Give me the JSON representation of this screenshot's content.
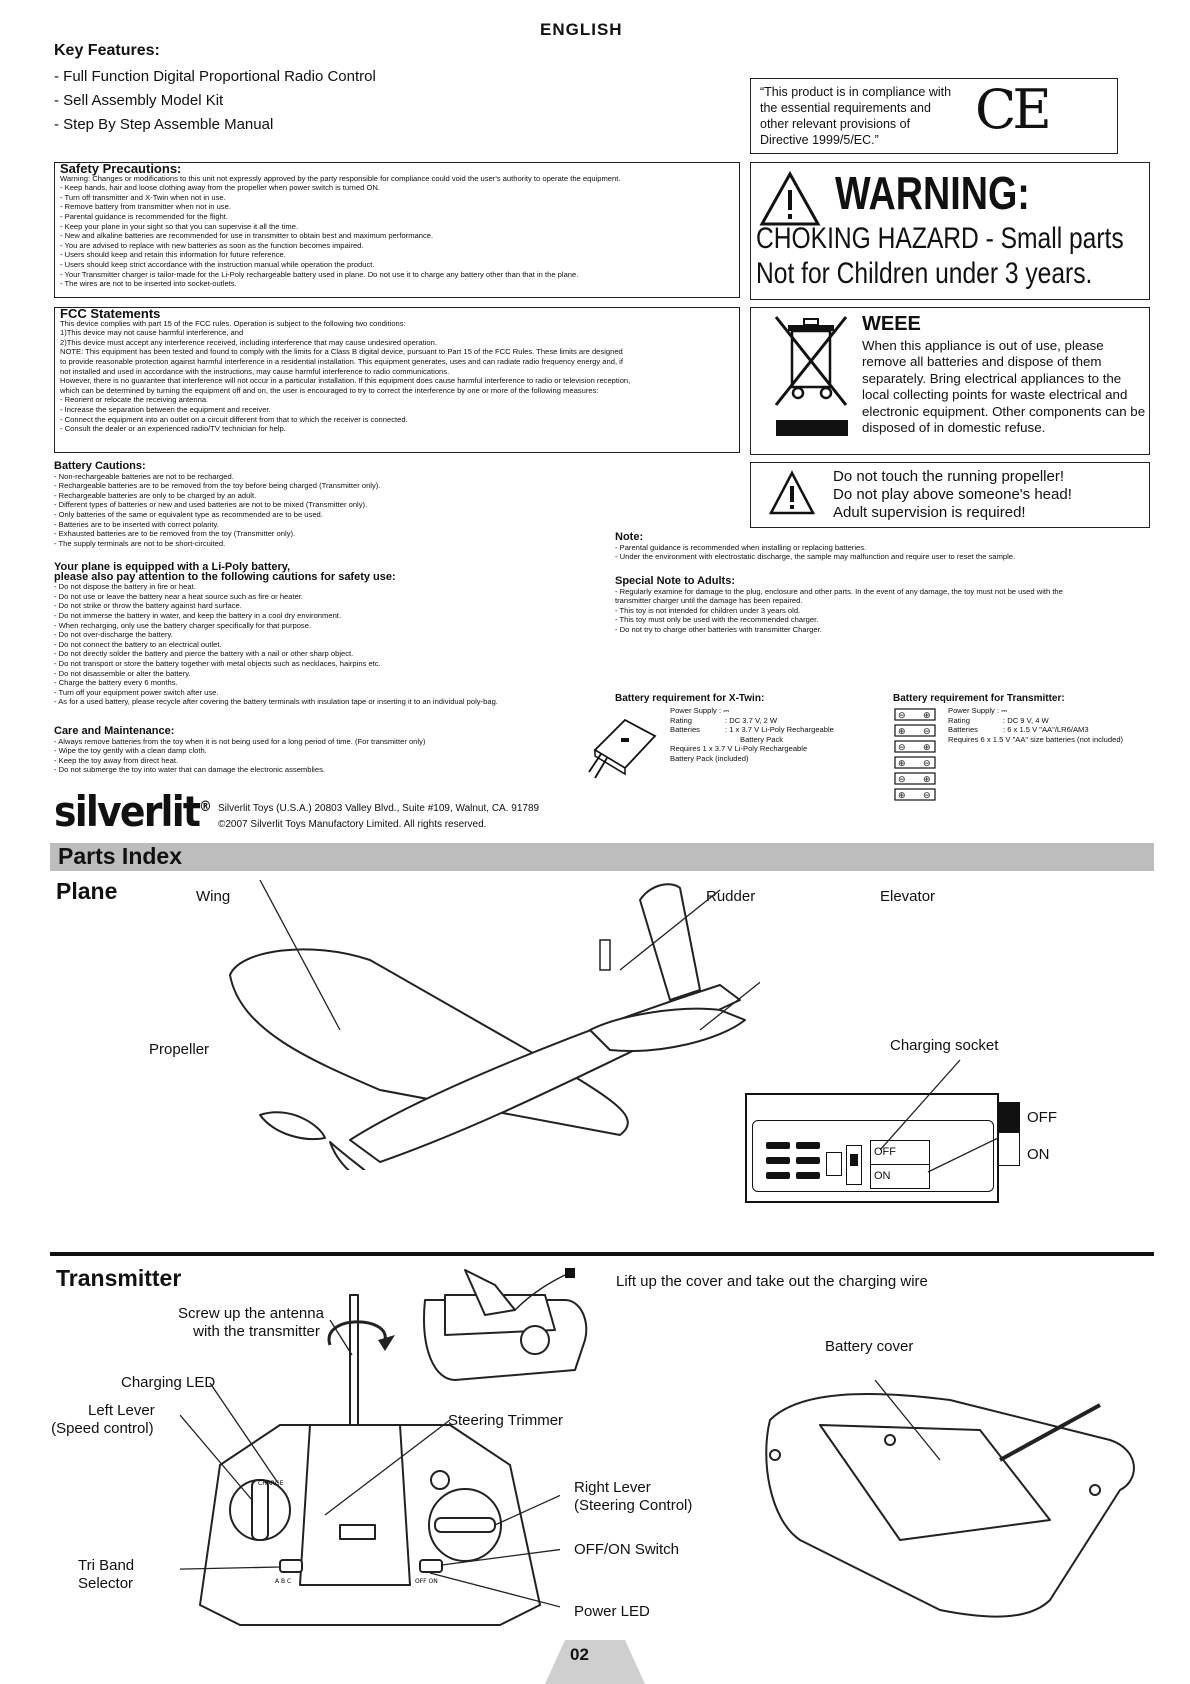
{
  "header": {
    "language": "ENGLISH",
    "page_number": "02"
  },
  "key_features": {
    "title": "Key Features:",
    "items": [
      "- Full Function Digital Proportional Radio Control",
      "- Sell Assembly Model Kit",
      "- Step By Step Assemble Manual"
    ]
  },
  "ce": {
    "text": "“This product is in compliance with the essential requirements and other relevant provisions of Directive 1999/5/EC.”",
    "mark": "CE"
  },
  "safety": {
    "title": "Safety Precautions:",
    "lines": [
      "Warning: Changes or modifications to this unit not expressly approved by the party responsible for compliance could void the user's authority to operate the equipment.",
      "- Keep hands, hair and loose clothing away from the propeller when power switch is turned ON.",
      "- Turn off transmitter and X-Twin when not in use.",
      "- Remove battery from transmitter when not in use.",
      "- Parental guidance is recommended for the flight.",
      "- Keep your plane in your sight so that you can supervise it all the time.",
      "- New and alkaline batteries are recommended for use in transmitter to obtain best and maximum performance.",
      "- You are advised to replace with new batteries as soon as the function becomes impaired.",
      "- Users should keep and retain this information for future reference.",
      "- Users should keep strict accordance with the instruction manual while operation the product.",
      "- Your Transmitter charger is tailor-made for the Li-Poly rechargeable battery used in plane. Do not use it to charge any battery other than that in the plane.",
      "- The wires are not to be inserted into socket-outlets."
    ]
  },
  "warning": {
    "title": "WARNING:",
    "line1": "CHOKING HAZARD - Small parts",
    "line2": "Not for Children under 3 years."
  },
  "fcc": {
    "title": "FCC Statements",
    "lines": [
      "This device complies with part 15 of the FCC rules. Operation is subject to the following two conditions:",
      "1)This device may not cause harmful interference, and",
      "2)This device must accept any interference received, including interference that may cause undesired operation.",
      "NOTE: This equipment has been tested and found to comply with the limits for a Class B digital device, pursuant to Part 15 of the FCC Rules. These limits are designed",
      "to provide reasonable protection against harmful interference in a residential installation. This equipment generates, uses and can radiate radio frequency energy and, if",
      "not installed and used in accordance with the instructions, may cause harmful interference to radio communications.",
      "However, there is no guarantee that interference will not occur in a particular installation. If this equipment does cause harmful interference to radio or television reception,",
      "which can be determined by turning the equipment off and on, the user is encouraged to try to correct the interference by one or more of the following measures:",
      "- Reorient or relocate the receiving antenna.",
      "- Increase the separation between the equipment and receiver.",
      "- Connect the equipment into an outlet on a circuit different from that to which the receiver is connected.",
      "- Consult the dealer or an experienced radio/TV technician for help."
    ]
  },
  "weee": {
    "title": "WEEE",
    "text": "When this appliance is out of use, please remove all batteries and dispose of them separately. Bring electrical appliances to the local collecting points for waste electrical and electronic equipment. Other components can be disposed of in domestic refuse."
  },
  "propeller_warning": {
    "lines": [
      "Do not touch the running propeller!",
      "Do not play above someone's head!",
      "Adult supervision is required!"
    ]
  },
  "battery_cautions": {
    "title": "Battery Cautions:",
    "lines": [
      "- Non-rechargeable batteries are not to be recharged.",
      "- Rechargeable batteries are to be removed from the toy before being charged (Transmitter only).",
      "- Rechargeable batteries are only to be charged by an adult.",
      "- Different types of batteries or new and used batteries are not to be mixed (Transmitter only).",
      "- Only batteries of the same or equivalent type as recommended are to be used.",
      "- Batteries are to be inserted with correct polarity.",
      "- Exhausted batteries are to be removed from the toy (Transmitter only).",
      "- The supply terminals are not to be short-circuited."
    ]
  },
  "lipoly": {
    "title1": "Your plane is equipped with a Li-Poly battery,",
    "title2": "please also pay attention to the following cautions for safety use:",
    "lines": [
      "- Do not dispose the battery in fire or heat.",
      "- Do not use or leave the battery near a heat source such as fire or heater.",
      "- Do not strike or throw the battery against hard surface.",
      "- Do not immerse the battery in water, and keep the battery in a cool dry environment.",
      "- When recharging, only use the battery charger specifically for that purpose.",
      "- Do not over-discharge the battery.",
      "- Do not connect the battery to an electrical outlet.",
      "- Do not directly solder the battery and pierce the battery with a nail or other sharp object.",
      "- Do not transport or store the battery together with metal objects such as necklaces, hairpins etc.",
      "- Do not disassemble or alter the battery.",
      "- Charge the battery every 6 months.",
      "- Turn off your equipment power switch after use.",
      "- As for a used battery, please recycle after covering the battery terminals with insulation tape or inserting it to an individual poly-bag."
    ]
  },
  "care": {
    "title": "Care and Maintenance:",
    "lines": [
      "- Always remove batteries from the toy when it is not being used for a long period of time. (For transmitter only)",
      "- Wipe the toy gently with a clean damp cloth.",
      "- Keep the toy away from direct heat.",
      "- Do not submerge the toy into water that can damage the electronic assemblies."
    ]
  },
  "note": {
    "title": "Note:",
    "lines": [
      "- Parental guidance is recommended when installing or replacing batteries.",
      "- Under the environment with electrostatic discharge, the sample may malfunction and require user to reset the sample."
    ]
  },
  "special_note": {
    "title": "Special Note to Adults:",
    "lines": [
      "- Regularly examine for damage to the plug, enclosure and other parts. In the event of any damage, the toy must not be used with the",
      "  transmitter charger until the damage has been repaired.",
      "- This toy is not intended for children under 3 years old.",
      "- This toy must only be used with the recommended charger.",
      "- Do not try to charge other batteries with transmitter Charger."
    ]
  },
  "batt_xtwin": {
    "title": "Battery requirement for X-Twin:",
    "power_supply": "Power Supply :",
    "rating_label": "Rating",
    "rating_value": ": DC 3.7 V, 2 W",
    "batteries_label": "Batteries",
    "batteries_value": ": 1 x 3.7 V Li-Poly Rechargeable",
    "batteries_value2": "Battery Pack",
    "requires": "Requires 1 x 3.7 V Li-Poly Rechargeable",
    "requires2": "Battery Pack (included)"
  },
  "batt_tx": {
    "title": "Battery requirement for Transmitter:",
    "power_supply": "Power Supply :",
    "rating_label": "Rating",
    "rating_value": ": DC 9 V, 4 W",
    "batteries_label": "Batteries",
    "batteries_value": ": 6 x 1.5 V \"AA\"/LR6/AM3",
    "requires": "Requires 6 x 1.5 V \"AA\" size batteries (not included)"
  },
  "company": {
    "logo": "silverlit",
    "reg": "®",
    "address": "Silverlit Toys (U.S.A.) 20803 Valley Blvd., Suite #109, Walnut, CA. 91789",
    "copyright": "©2007 Silverlit Toys Manufactory Limited. All rights reserved."
  },
  "parts": {
    "title": "Parts Index",
    "plane_title": "Plane",
    "wing": "Wing",
    "rudder": "Rudder",
    "elevator": "Elevator",
    "propeller": "Propeller",
    "charging_socket": "Charging socket",
    "off": "OFF",
    "on": "ON",
    "transmitter_title": "Transmitter",
    "lift_cover": "Lift up the cover and take out the charging wire",
    "screw_antenna": "Screw up the antenna",
    "screw_antenna2": "with the transmitter",
    "battery_cover": "Battery cover",
    "charging_led": "Charging LED",
    "left_lever": "Left Lever",
    "left_lever2": "(Speed control)",
    "steering_trimmer": "Steering Trimmer",
    "right_lever": "Right Lever",
    "right_lever2": "(Steering Control)",
    "offon_switch": "OFF/ON Switch",
    "tri_band": "Tri Band",
    "tri_band2": "Selector",
    "power_led": "Power LED",
    "charge_label": "CHARGE",
    "abc": "A  B  C",
    "off_on_small": "OFF  ON"
  }
}
